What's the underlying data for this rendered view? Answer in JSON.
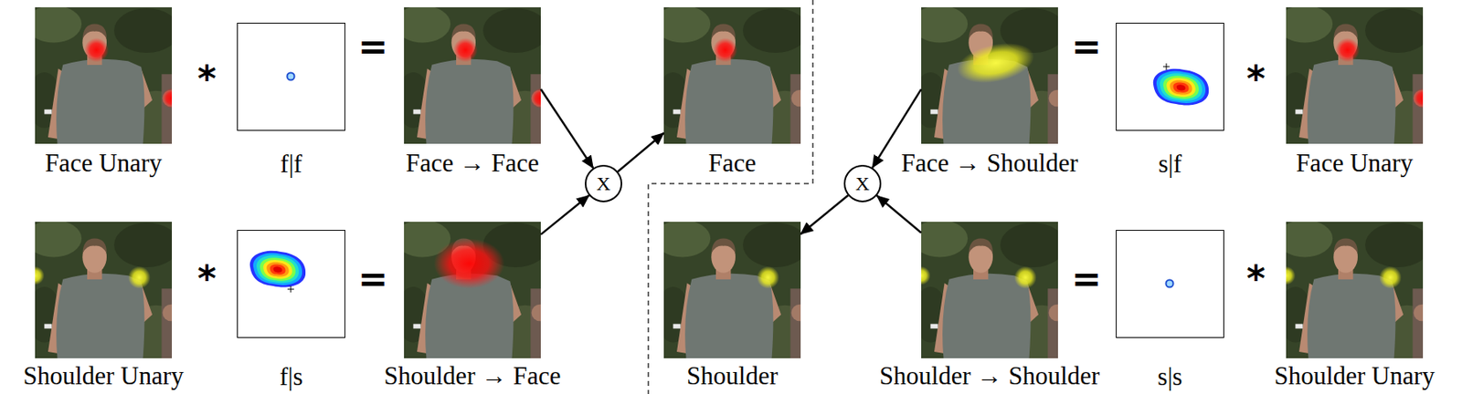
{
  "diagram": {
    "nodes": [
      {
        "text": [
          "Face Unary"
        ]
      },
      {
        "text": [
          "f|f"
        ]
      },
      {
        "text": [
          "Face → Face"
        ]
      },
      {
        "text": [
          "Face"
        ]
      },
      {
        "text": [
          "Face → Shoulder"
        ]
      },
      {
        "text": [
          "s|f"
        ]
      },
      {
        "text": [
          "Face Unary"
        ]
      },
      {
        "text": [
          "X"
        ]
      },
      {
        "text": [
          "X"
        ]
      },
      {
        "text": [
          "Shoulder Unary"
        ]
      },
      {
        "text": [
          "f|s"
        ]
      },
      {
        "text": [
          "Shoulder → Face"
        ]
      },
      {
        "text": [
          "Shoulder"
        ]
      },
      {
        "text": [
          "Shoulder → Shoulder"
        ]
      },
      {
        "text": [
          "s|s"
        ]
      },
      {
        "text": [
          "Shoulder Unary"
        ]
      }
    ],
    "edges": [
      {
        "from": 2,
        "to": 7,
        "arrow": "to"
      },
      {
        "from": 11,
        "to": 7,
        "arrow": "to"
      },
      {
        "from": 7,
        "to": 3,
        "arrow": "to"
      },
      {
        "from": 4,
        "to": 8,
        "arrow": "to"
      },
      {
        "from": 13,
        "to": 8,
        "arrow": "to"
      },
      {
        "from": 8,
        "to": 12,
        "arrow": "to"
      }
    ],
    "labels": [
      "*",
      "=",
      "=",
      "*",
      "*",
      "=",
      "=",
      "*"
    ]
  }
}
